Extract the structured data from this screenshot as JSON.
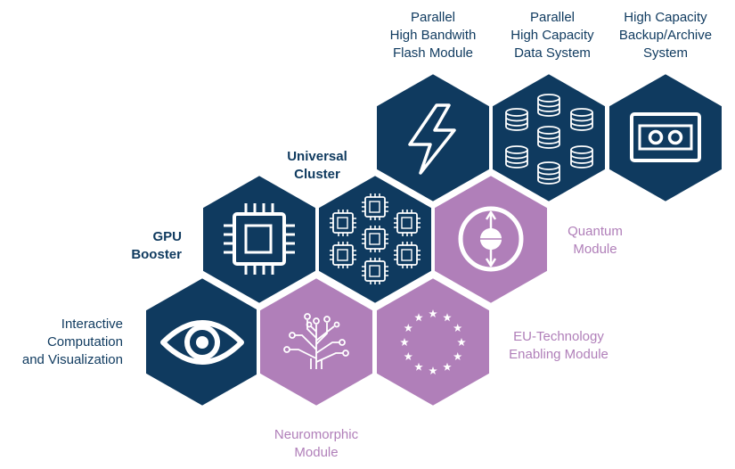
{
  "colors": {
    "navy": "#0f3a5f",
    "purple": "#b07fb9",
    "icon": "#ffffff"
  },
  "modules": [
    {
      "id": "interactive",
      "label_lines": [
        "Interactive",
        "Computation",
        "and Visualization"
      ],
      "icon": "eye-icon",
      "style": "navy"
    },
    {
      "id": "gpu",
      "label_lines": [
        "GPU",
        "Booster"
      ],
      "icon": "chip-icon",
      "style": "navy"
    },
    {
      "id": "universal",
      "label_lines": [
        "Universal",
        "Cluster"
      ],
      "icon": "chip-grid-icon",
      "style": "navy"
    },
    {
      "id": "flash",
      "label_lines": [
        "Parallel",
        "High Bandwith",
        "Flash Module"
      ],
      "icon": "lightning-icon",
      "style": "navy"
    },
    {
      "id": "data",
      "label_lines": [
        "Parallel",
        "High Capacity",
        "Data System"
      ],
      "icon": "database-stack-icon",
      "style": "navy"
    },
    {
      "id": "backup",
      "label_lines": [
        "High Capacity",
        "Backup/Archive",
        "System"
      ],
      "icon": "tape-icon",
      "style": "navy"
    },
    {
      "id": "quantum",
      "label_lines": [
        "Quantum",
        "Module"
      ],
      "icon": "qubit-icon",
      "style": "purple"
    },
    {
      "id": "neuromorphic",
      "label_lines": [
        "Neuromorphic",
        "Module"
      ],
      "icon": "neural-icon",
      "style": "purple"
    },
    {
      "id": "eu",
      "label_lines": [
        "EU-Technology",
        "Enabling Module"
      ],
      "icon": "eu-stars-icon",
      "style": "purple"
    }
  ]
}
